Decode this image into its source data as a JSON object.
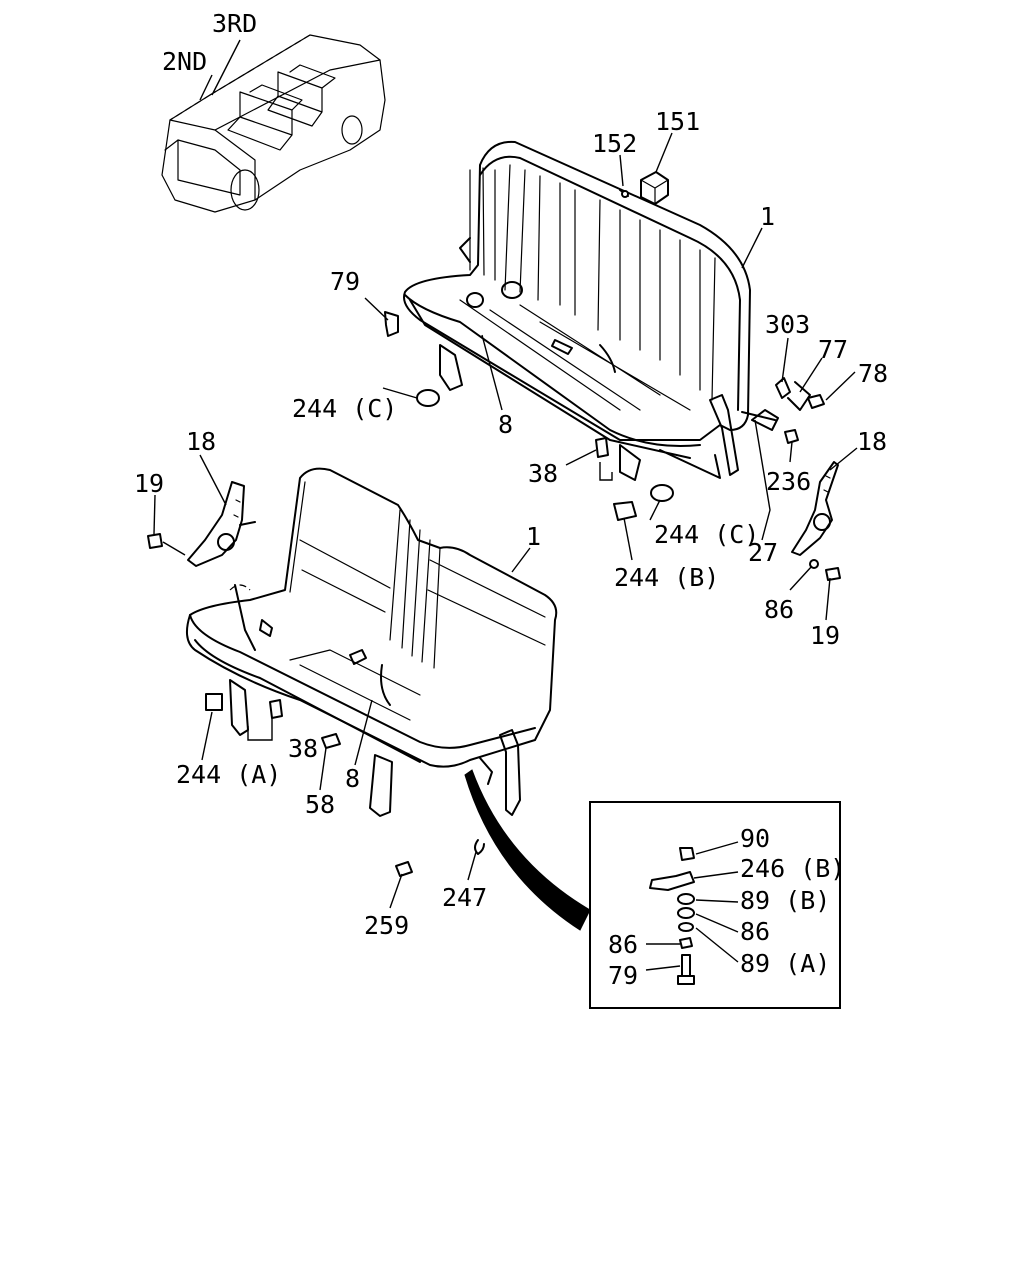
{
  "row_labels": {
    "third": "3RD",
    "second": "2ND"
  },
  "callouts": {
    "c151": "151",
    "c152": "152",
    "c1_upper": "1",
    "c79_upper": "79",
    "c244c_left": "244 (C)",
    "c8_upper": "8",
    "c303": "303",
    "c77": "77",
    "c78": "78",
    "c18_right": "18",
    "c38_upper": "38",
    "c236": "236",
    "c244c_right": "244 (C)",
    "c27": "27",
    "c244b": "244 (B)",
    "c86_right": "86",
    "c19_right": "19",
    "c18_left": "18",
    "c19_left": "19",
    "c1_lower": "1",
    "c244a": "244 (A)",
    "c38_lower": "38",
    "c8_lower": "8",
    "c58": "58",
    "c247": "247",
    "c259": "259"
  },
  "detail_callouts": {
    "c90": "90",
    "c246b": "246 (B)",
    "c89b": "89 (B)",
    "c86_a": "86",
    "c86_b": "86",
    "c89a": "89 (A)",
    "c79": "79"
  }
}
